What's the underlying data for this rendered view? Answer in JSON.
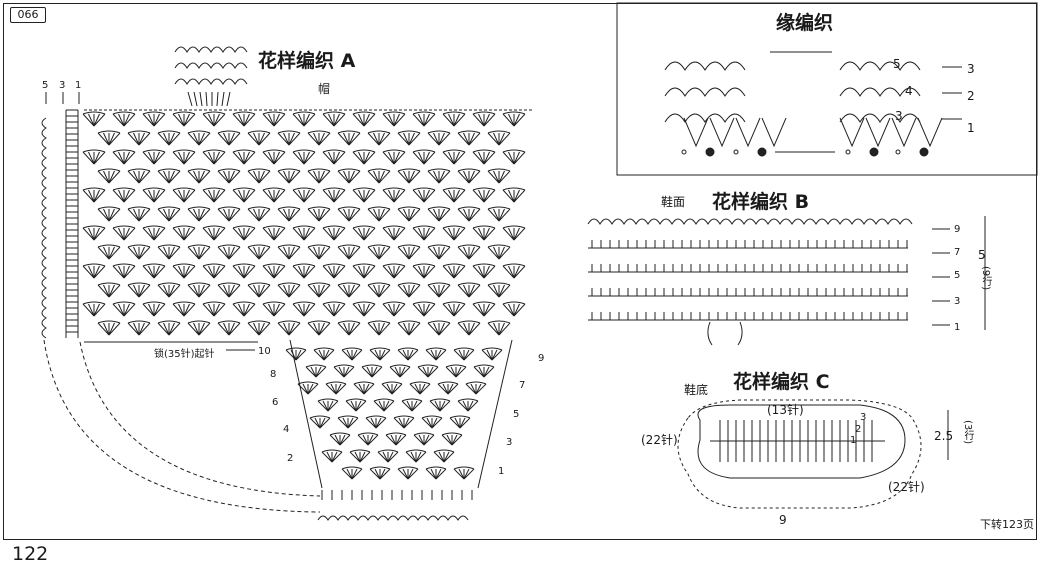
{
  "page": {
    "chart_number": "066",
    "page_number": "122",
    "continued_note": "下转123页"
  },
  "pattern_a": {
    "title": "花样编织 A",
    "hat_label": "帽",
    "foundation_label": "锁(35针)起针",
    "top_row_numbers": [
      "5",
      "3",
      "1"
    ],
    "left_row_numbers": [
      "10",
      "8",
      "6",
      "4",
      "2"
    ],
    "right_row_numbers": [
      "9",
      "7",
      "5",
      "3",
      "1"
    ]
  },
  "border": {
    "title": "缘编织",
    "inner_row_numbers": [
      "5",
      "4",
      "3"
    ],
    "row_numbers": [
      "3",
      "2",
      "1"
    ]
  },
  "pattern_b": {
    "title": "花样编织 B",
    "part_label": "鞋面",
    "row_numbers": [
      "9",
      "7",
      "5",
      "3",
      "1"
    ],
    "height_label": "5",
    "rows_label": "(9行)"
  },
  "pattern_c": {
    "title": "花样编织 C",
    "part_label": "鞋底",
    "top_count": "(13针)",
    "left_count": "(22针)",
    "right_count": "(22针)",
    "bottom_count": "9",
    "row_marks": [
      "3",
      "2",
      "1"
    ],
    "height_label": "2.5",
    "rows_label": "(3行)"
  }
}
